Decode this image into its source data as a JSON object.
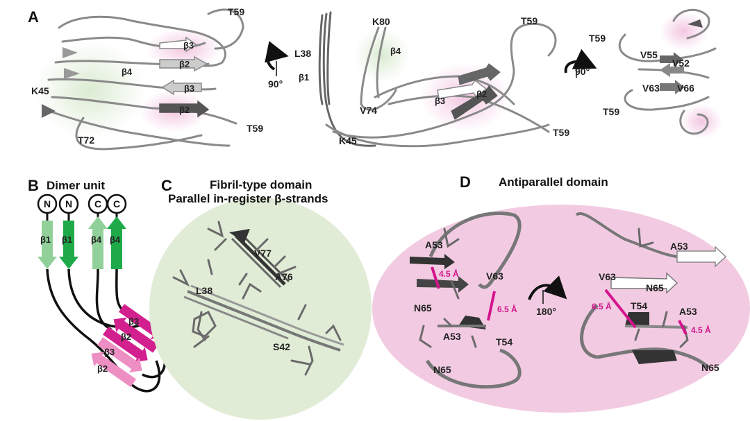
{
  "panels": {
    "A": "A",
    "B": "B",
    "C": "C",
    "D": "D"
  },
  "panelA": {
    "left": {
      "labels": [
        "T59",
        "β3",
        "β4",
        "β2",
        "K45",
        "β3",
        "β2",
        "T59",
        "T72"
      ]
    },
    "middle": {
      "labels": [
        "K80",
        "T59",
        "L38",
        "β4",
        "β1",
        "β3",
        "β2",
        "V74",
        "K45",
        "T59"
      ],
      "rotation": "90°"
    },
    "right": {
      "labels": [
        "T59",
        "V55",
        "V52",
        "V63",
        "V66",
        "T59"
      ],
      "rotation": "90°"
    }
  },
  "panelB": {
    "title": "Dimer unit",
    "termini": [
      "N",
      "N",
      "C",
      "C"
    ],
    "strands": [
      "β1",
      "β1",
      "β4",
      "β4",
      "β3",
      "β2",
      "β3",
      "β2"
    ],
    "colors": {
      "light_green": "#92d09a",
      "dark_green": "#1faa4a",
      "light_pink": "#ee8fc4",
      "dark_pink": "#d2218f"
    }
  },
  "panelC": {
    "title_line1": "Fibril-type domain",
    "title_line2": "Parallel in-register β-strands",
    "labels": [
      "V77",
      "A76",
      "L38",
      "S42"
    ],
    "bg_color": "#e0ecd6"
  },
  "panelD": {
    "title": "Antiparallel domain",
    "rotation": "180°",
    "left_labels": [
      "A53",
      "V63",
      "N65",
      "T54",
      "A53",
      "N65"
    ],
    "right_labels": [
      "A53",
      "V63",
      "N65",
      "T54",
      "A53",
      "N65"
    ],
    "distances": [
      "4.5 Å",
      "6.5 Å",
      "6.5 Å",
      "4.5 Å"
    ],
    "bg_color": "#f2cbe2",
    "distance_color": "#d4148c"
  }
}
